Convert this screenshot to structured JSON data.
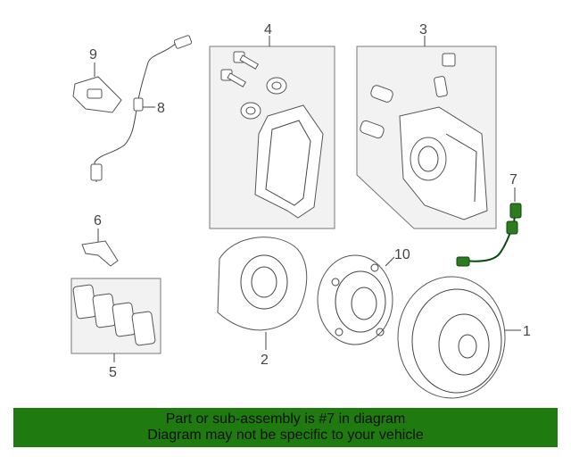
{
  "callouts": {
    "c1": "1",
    "c2": "2",
    "c3": "3",
    "c4": "4",
    "c5": "5",
    "c6": "6",
    "c7": "7",
    "c8": "8",
    "c9": "9",
    "c10": "10"
  },
  "banner": {
    "line1": "Part or sub-assembly is #7 in diagram",
    "line2": "Diagram may not be specific to your vehicle"
  },
  "colors": {
    "banner_bg": "#1f7a10",
    "highlight": "#0a4a0a"
  },
  "highlighted_part": "7"
}
